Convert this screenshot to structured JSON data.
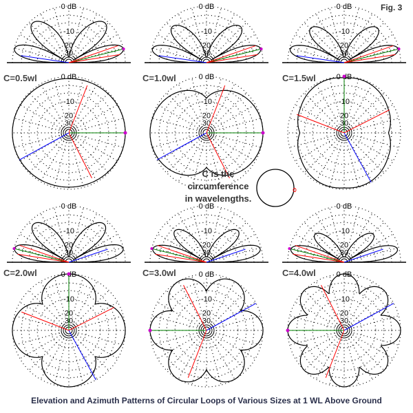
{
  "figure_label": "Fig. 3",
  "caption": "Elevation and Azimuth Patterns of Circular Loops of Various Sizes at 1 WL Above Ground",
  "note": [
    "C is the",
    "circumference",
    "in wavelengths."
  ],
  "scale_labels": {
    "zero": "0 dB",
    "ten": "-10",
    "twenty": "20",
    "thirty": "30"
  },
  "panels": [
    {
      "label": "C=0.5wl",
      "circumference_wl": 0.5
    },
    {
      "label": "C=1.0wl",
      "circumference_wl": 1.0
    },
    {
      "label": "C=1.5wl",
      "circumference_wl": 1.5
    },
    {
      "label": "C=2.0wl",
      "circumference_wl": 2.0
    },
    {
      "label": "C=3.0wl",
      "circumference_wl": 3.0
    },
    {
      "label": "C=4.0wl",
      "circumference_wl": 4.0
    }
  ],
  "colors": {
    "pattern": "#000000",
    "red": "#ff0000",
    "green": "#008000",
    "blue": "#0000ff",
    "feed": "#ff0000",
    "marker": "#cc00cc"
  }
}
